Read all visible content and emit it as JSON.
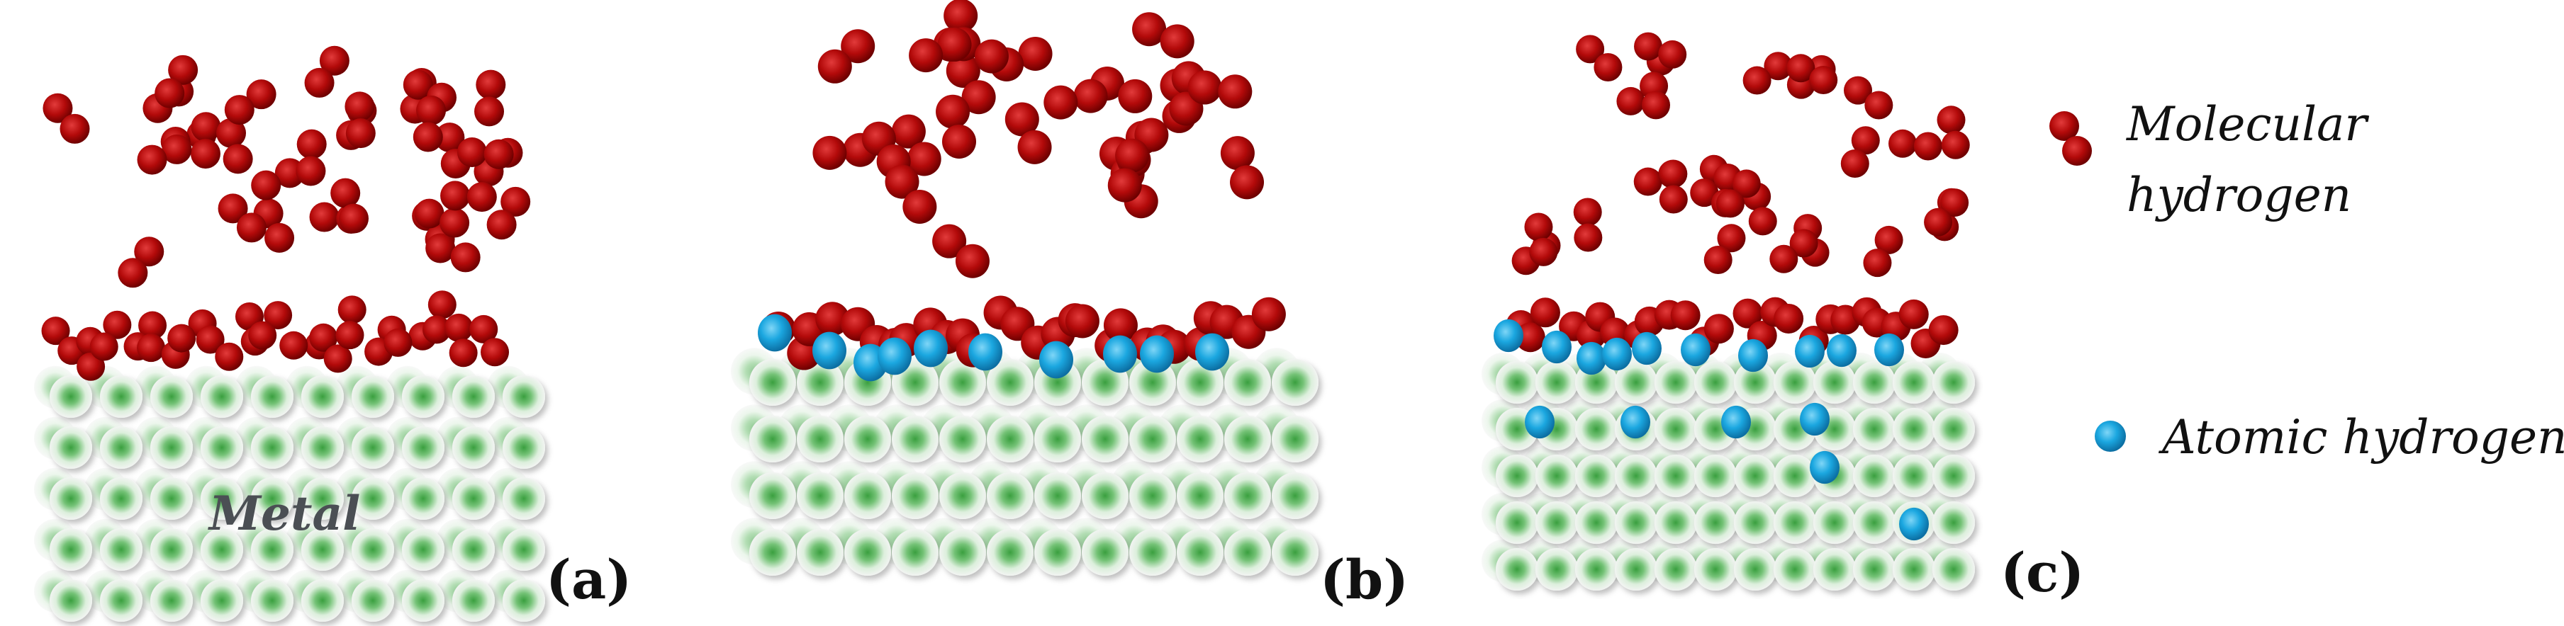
{
  "metal_label": "Metal",
  "panels": [
    {
      "id": "a",
      "label": "(a)"
    },
    {
      "id": "b",
      "label": "(b)"
    },
    {
      "id": "c",
      "label": "(c)"
    }
  ],
  "legend": {
    "molecular": {
      "line1": "Molecular",
      "line2": "hydrogen"
    },
    "atomic": {
      "text": "Atomic hydrogen"
    }
  },
  "colors": {
    "molecular_hydrogen": "#b00000",
    "atomic_hydrogen": "#1ba7e0",
    "metal_atom_center": "#3fae43",
    "metal_atom_edge": "#f4f6f4"
  }
}
